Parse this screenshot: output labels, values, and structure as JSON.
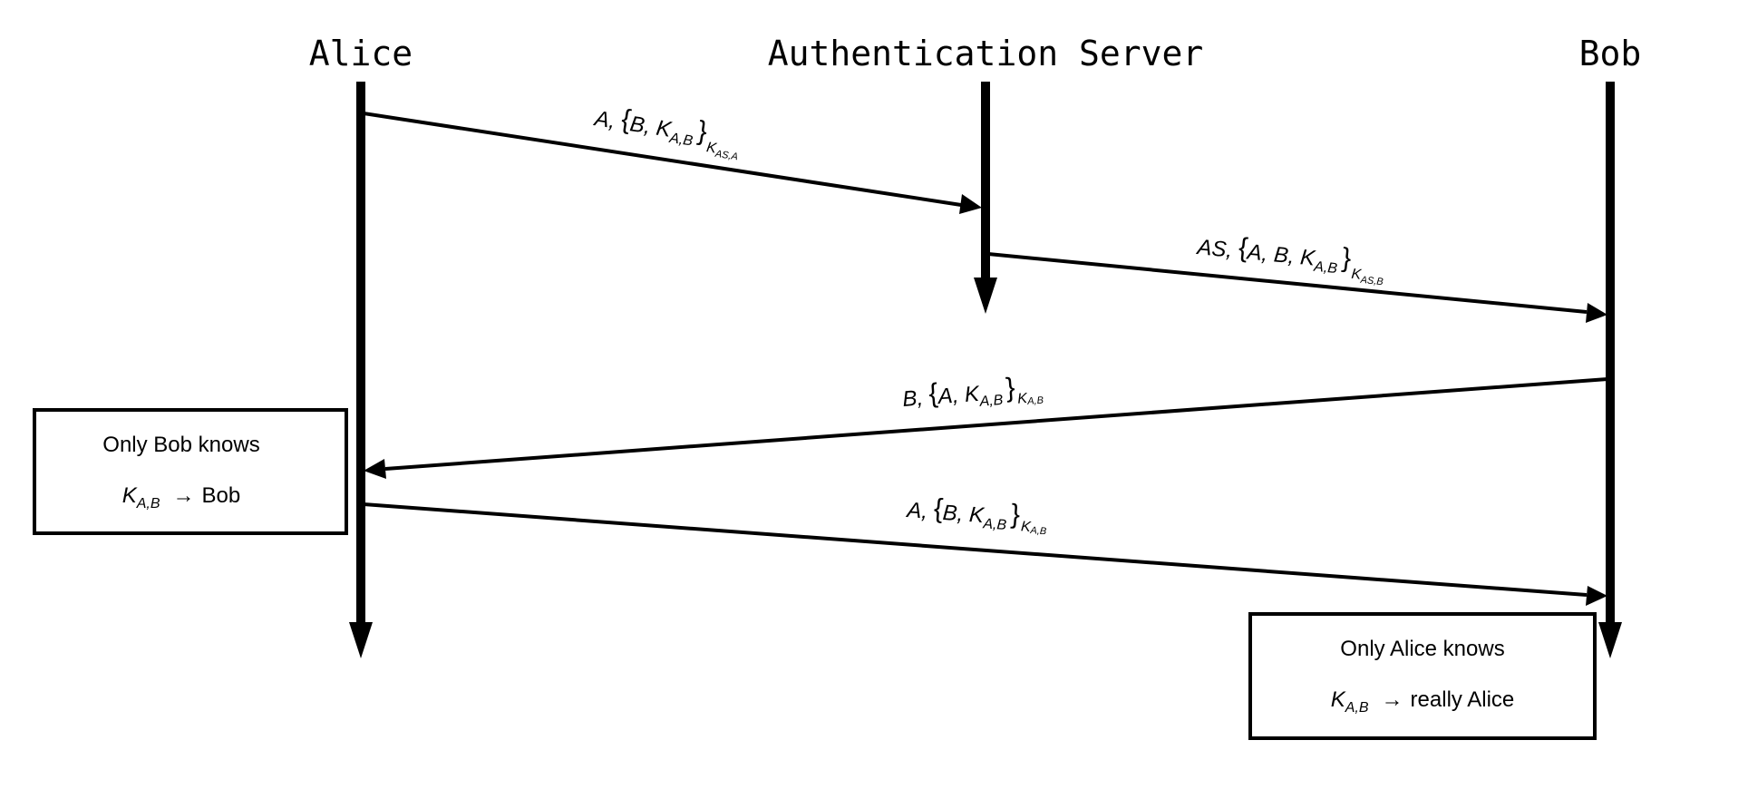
{
  "actors": {
    "alice": "Alice",
    "server": "Authentication Server",
    "bob": "Bob"
  },
  "messages": {
    "m1": {
      "prefix": "A, ",
      "open": "{",
      "body": "B, K",
      "body_sub": "A,B",
      "close": "}",
      "key": "K",
      "key_sub": "AS,A"
    },
    "m2": {
      "prefix": "AS, ",
      "open": "{",
      "body": "A, B, K",
      "body_sub": "A,B",
      "close": "}",
      "key": "K",
      "key_sub": "AS,B"
    },
    "m3": {
      "prefix": "B, ",
      "open": "{",
      "body": "A, K",
      "body_sub": "A,B",
      "close": "}",
      "key": "K",
      "key_sub": "A,B"
    },
    "m4": {
      "prefix": "A, ",
      "open": "{",
      "body": "B, K",
      "body_sub": "A,B",
      "close": "}",
      "key": "K",
      "key_sub": "A,B"
    }
  },
  "notes": {
    "alice": {
      "line1": "Only Bob knows",
      "key": "K",
      "key_sub": "A,B",
      "arrow": "→",
      "target": "Bob"
    },
    "bob": {
      "line1": "Only Alice knows",
      "key": "K",
      "key_sub": "A,B",
      "arrow": "→",
      "target": "really Alice"
    }
  }
}
